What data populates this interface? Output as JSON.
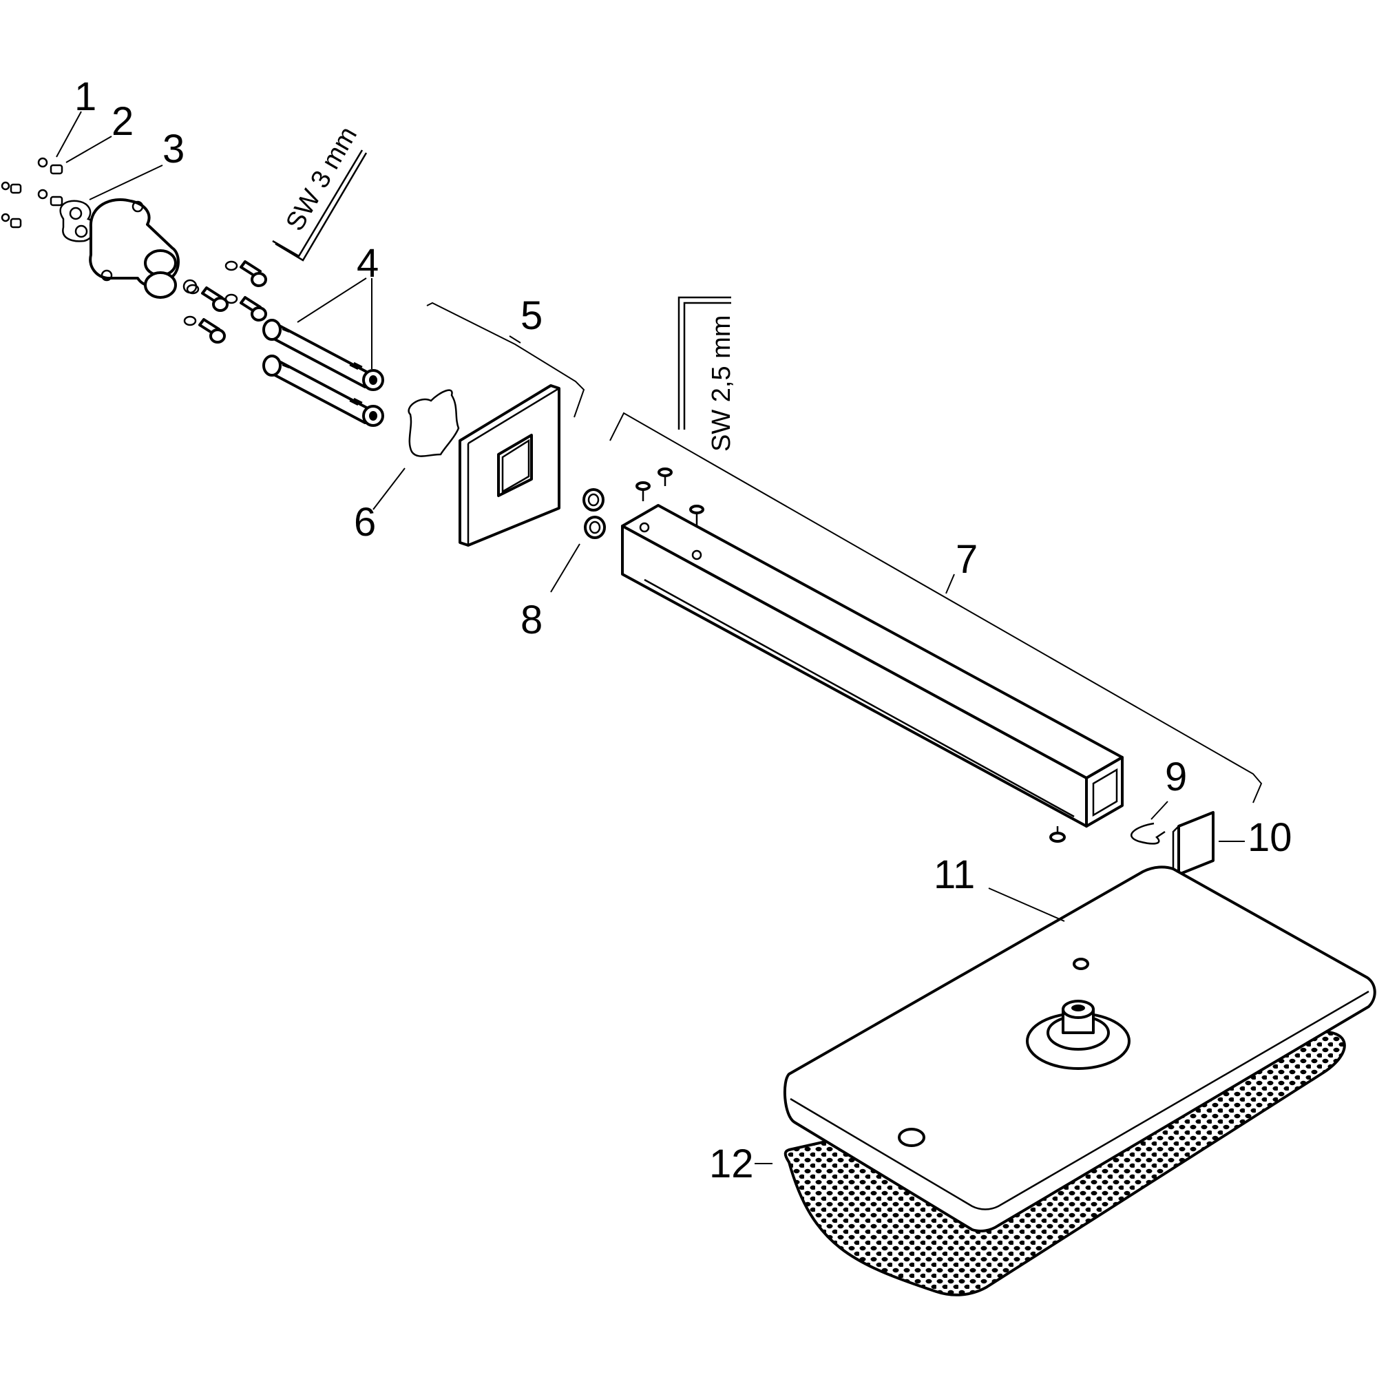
{
  "labels": {
    "p1": "1",
    "p2": "2",
    "p3": "3",
    "p4": "4",
    "p5": "5",
    "p6": "6",
    "p7": "7",
    "p8": "8",
    "p9": "9",
    "p10": "10",
    "p11": "11",
    "p12": "12"
  },
  "tools": {
    "hex_key_small": "SW 3 mm",
    "hex_key_large": "SW 2,5 mm"
  }
}
